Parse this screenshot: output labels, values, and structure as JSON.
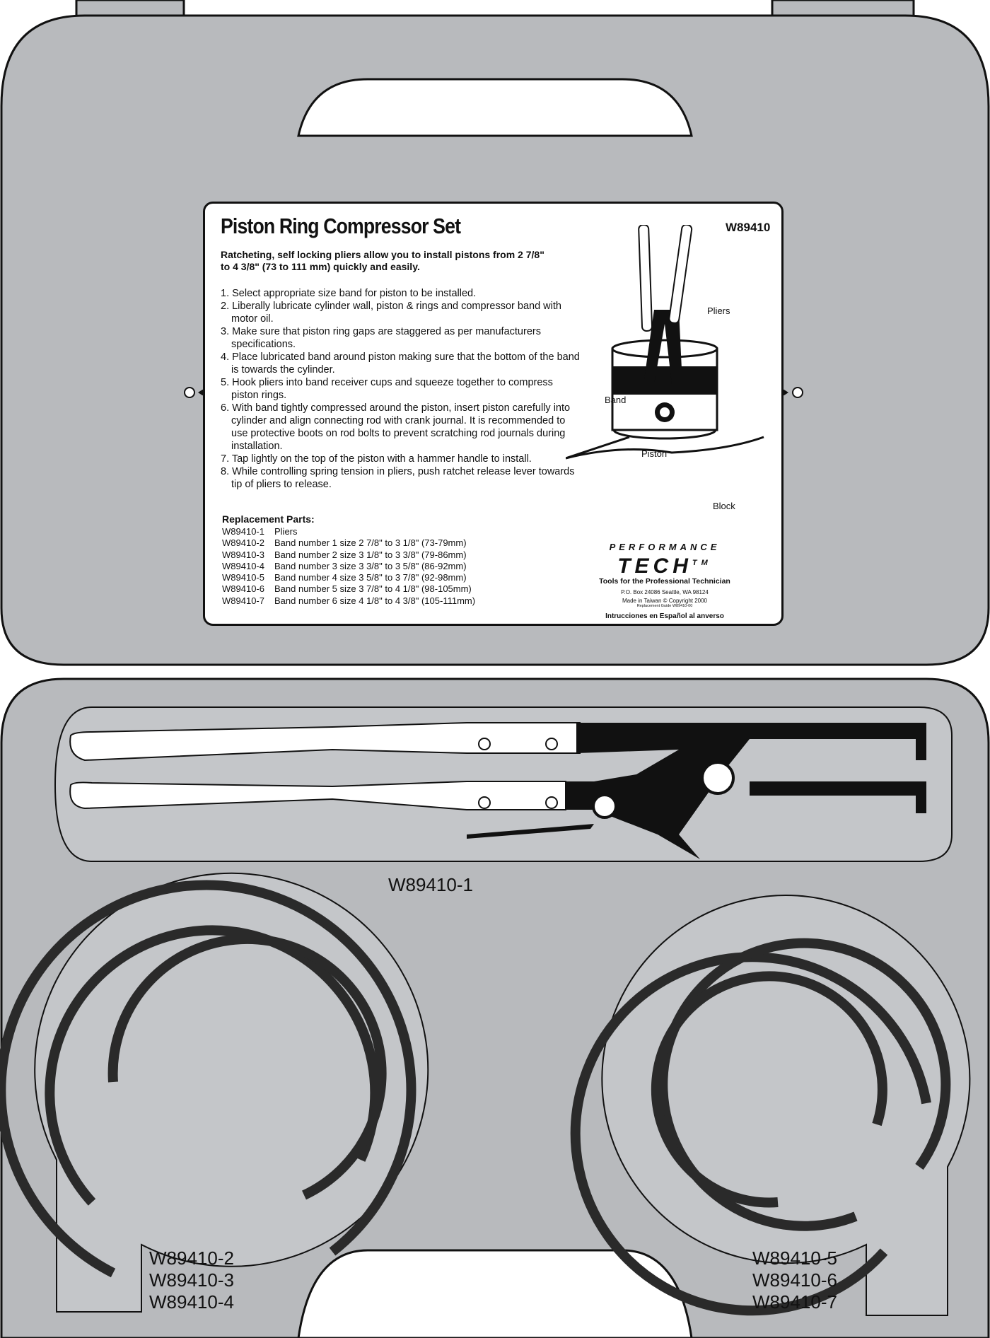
{
  "label": {
    "title": "Piston Ring Compressor Set",
    "model": "W89410",
    "intro": "Ratcheting, self locking pliers allow you to install pistons from 2 7/8\" to 4 3/8\" (73 to 111 mm) quickly and easily.",
    "steps": [
      "1. Select appropriate size band for piston to be installed.",
      "2. Liberally lubricate cylinder wall, piston & rings and compressor band with motor oil.",
      "3. Make sure that piston ring gaps are staggered as per manufacturers specifications.",
      "4. Place lubricated band around piston making sure that the bottom of the band is towards the cylinder.",
      "5. Hook pliers into band receiver cups and squeeze together to compress piston rings.",
      "6. With band tightly compressed around the piston, insert piston carefully into cylinder and align connecting rod with crank journal. It is recommended to use protective boots on rod bolts to prevent scratching rod journals during installation.",
      "7. Tap lightly on the top of the piston with a hammer handle to install.",
      "8. While controlling spring tension in pliers, push ratchet release lever towards tip of pliers to release."
    ],
    "parts_heading": "Replacement Parts:",
    "parts": [
      {
        "code": "W89410-1",
        "desc": "Pliers"
      },
      {
        "code": "W89410-2",
        "desc": "Band number 1 size 2 7/8\" to 3 1/8\" (73-79mm)"
      },
      {
        "code": "W89410-3",
        "desc": "Band number 2 size 3 1/8\" to 3 3/8\" (79-86mm)"
      },
      {
        "code": "W89410-4",
        "desc": "Band number 3 size 3 3/8\" to 3 5/8\" (86-92mm)"
      },
      {
        "code": "W89410-5",
        "desc": "Band number 4 size 3 5/8\" to 3 7/8\" (92-98mm)"
      },
      {
        "code": "W89410-6",
        "desc": "Band number 5 size 3 7/8\" to 4 1/8\" (98-105mm)"
      },
      {
        "code": "W89410-7",
        "desc": "Band number 6 size 4 1/8\" to 4 3/8\" (105-111mm)"
      }
    ],
    "illustration": {
      "pliers": "Pliers",
      "band": "Band",
      "piston": "Piston",
      "block": "Block"
    },
    "brand": {
      "top": "PERFORMANCE",
      "main": "TECH",
      "tm": "TM",
      "tagline": "Tools for the Professional Technician"
    },
    "address": "P.O. Box 24086   Seattle, WA 98124",
    "made_in": "Made in Taiwan   © Copyright 2000",
    "guide": "Replacement Guide W89410-00",
    "spanish": "Intrucciones en Español al anverso"
  },
  "case": {
    "pliers_label": "W89410-1",
    "left_bands": [
      "W89410-2",
      "W89410-3",
      "W89410-4"
    ],
    "right_bands": [
      "W89410-5",
      "W89410-6",
      "W89410-7"
    ]
  },
  "colors": {
    "case": "#b8babd",
    "recess": "#c4c6c9",
    "outline": "#111111"
  }
}
